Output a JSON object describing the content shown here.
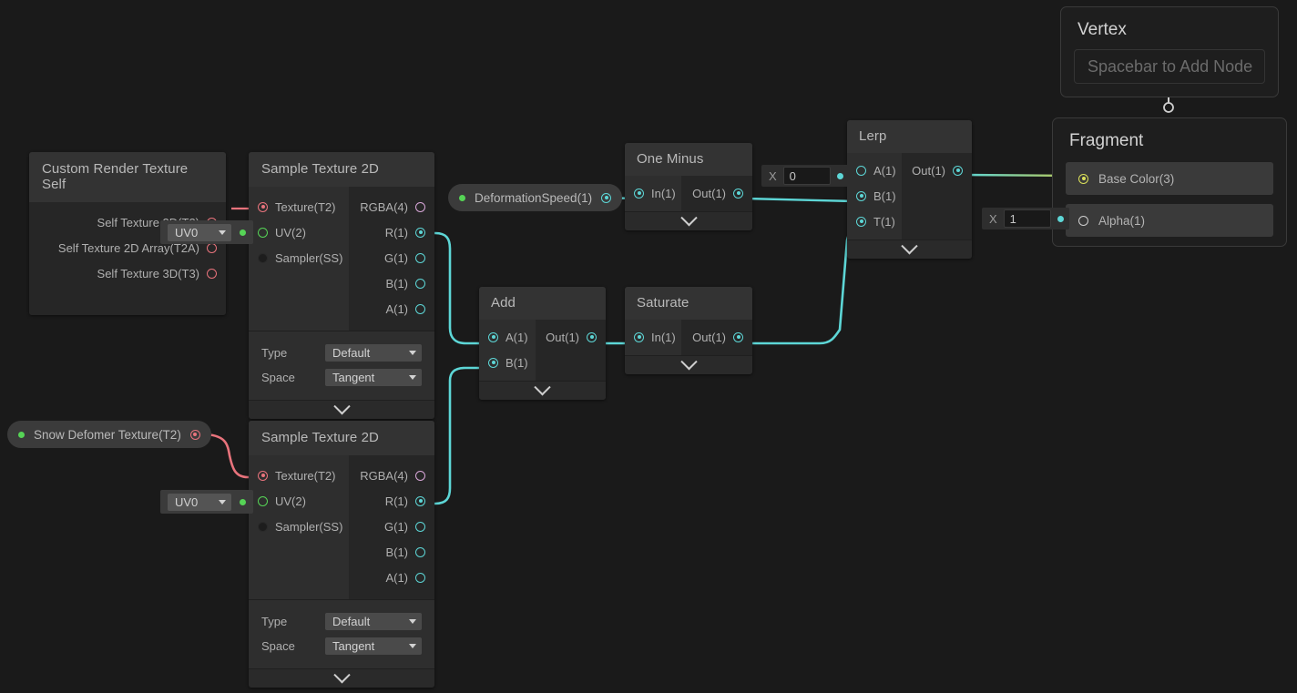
{
  "app": {
    "name": "shader-graph-editor",
    "background": "#1a1a1a"
  },
  "colors": {
    "wire_float": "#5dd6d6",
    "wire_texture": "#e8737c",
    "wire_uv": "#56d456",
    "wire_basecolor": "#dbe05a",
    "node_body": "#262626",
    "node_header": "#333333"
  },
  "properties": [
    {
      "name": "deformation-speed",
      "label": "DeformationSpeed(1)"
    },
    {
      "name": "snow-deformer-texture",
      "label": "Snow Defomer Texture(T2)"
    }
  ],
  "nodes": {
    "custom_render_texture_self": {
      "title": "Custom Render Texture Self",
      "outputs": [
        {
          "label": "Self Texture 2D(T2)",
          "type": "texture"
        },
        {
          "label": "Self Texture 2D Array(T2A)",
          "type": "texture"
        },
        {
          "label": "Self Texture 3D(T3)",
          "type": "texture"
        }
      ]
    },
    "sample_texture_2d_top": {
      "title": "Sample Texture 2D",
      "inputs": [
        {
          "label": "Texture(T2)",
          "type": "texture"
        },
        {
          "label": "UV(2)",
          "type": "uv"
        },
        {
          "label": "Sampler(SS)",
          "type": "sampler"
        }
      ],
      "outputs": [
        {
          "label": "RGBA(4)",
          "type": "vector4"
        },
        {
          "label": "R(1)",
          "type": "float"
        },
        {
          "label": "G(1)",
          "type": "float"
        },
        {
          "label": "B(1)",
          "type": "float"
        },
        {
          "label": "A(1)",
          "type": "float"
        }
      ],
      "settings": [
        {
          "label": "Type",
          "value": "Default"
        },
        {
          "label": "Space",
          "value": "Tangent"
        }
      ]
    },
    "sample_texture_2d_bottom": {
      "title": "Sample Texture 2D",
      "inputs": [
        {
          "label": "Texture(T2)",
          "type": "texture"
        },
        {
          "label": "UV(2)",
          "type": "uv"
        },
        {
          "label": "Sampler(SS)",
          "type": "sampler"
        }
      ],
      "outputs": [
        {
          "label": "RGBA(4)",
          "type": "vector4"
        },
        {
          "label": "R(1)",
          "type": "float"
        },
        {
          "label": "G(1)",
          "type": "float"
        },
        {
          "label": "B(1)",
          "type": "float"
        },
        {
          "label": "A(1)",
          "type": "float"
        }
      ],
      "settings": [
        {
          "label": "Type",
          "value": "Default"
        },
        {
          "label": "Space",
          "value": "Tangent"
        }
      ]
    },
    "one_minus": {
      "title": "One Minus",
      "inputs": [
        {
          "label": "In(1)"
        }
      ],
      "outputs": [
        {
          "label": "Out(1)"
        }
      ]
    },
    "add": {
      "title": "Add",
      "inputs": [
        {
          "label": "A(1)"
        },
        {
          "label": "B(1)"
        }
      ],
      "outputs": [
        {
          "label": "Out(1)"
        }
      ]
    },
    "saturate": {
      "title": "Saturate",
      "inputs": [
        {
          "label": "In(1)"
        }
      ],
      "outputs": [
        {
          "label": "Out(1)"
        }
      ]
    },
    "lerp": {
      "title": "Lerp",
      "inputs": [
        {
          "label": "A(1)"
        },
        {
          "label": "B(1)"
        },
        {
          "label": "T(1)"
        }
      ],
      "outputs": [
        {
          "label": "Out(1)"
        }
      ]
    }
  },
  "widgets": {
    "uv0_top": {
      "value": "UV0"
    },
    "uv0_bottom": {
      "value": "UV0"
    },
    "lerp_a_float": {
      "axis": "X",
      "value": "0"
    },
    "alpha_float": {
      "axis": "X",
      "value": "1"
    }
  },
  "master": {
    "vertex": {
      "title": "Vertex",
      "hint": "Spacebar to Add Node"
    },
    "fragment": {
      "title": "Fragment",
      "slots": [
        {
          "label": "Base Color(3)",
          "type": "color"
        },
        {
          "label": "Alpha(1)",
          "type": "float"
        }
      ]
    }
  }
}
